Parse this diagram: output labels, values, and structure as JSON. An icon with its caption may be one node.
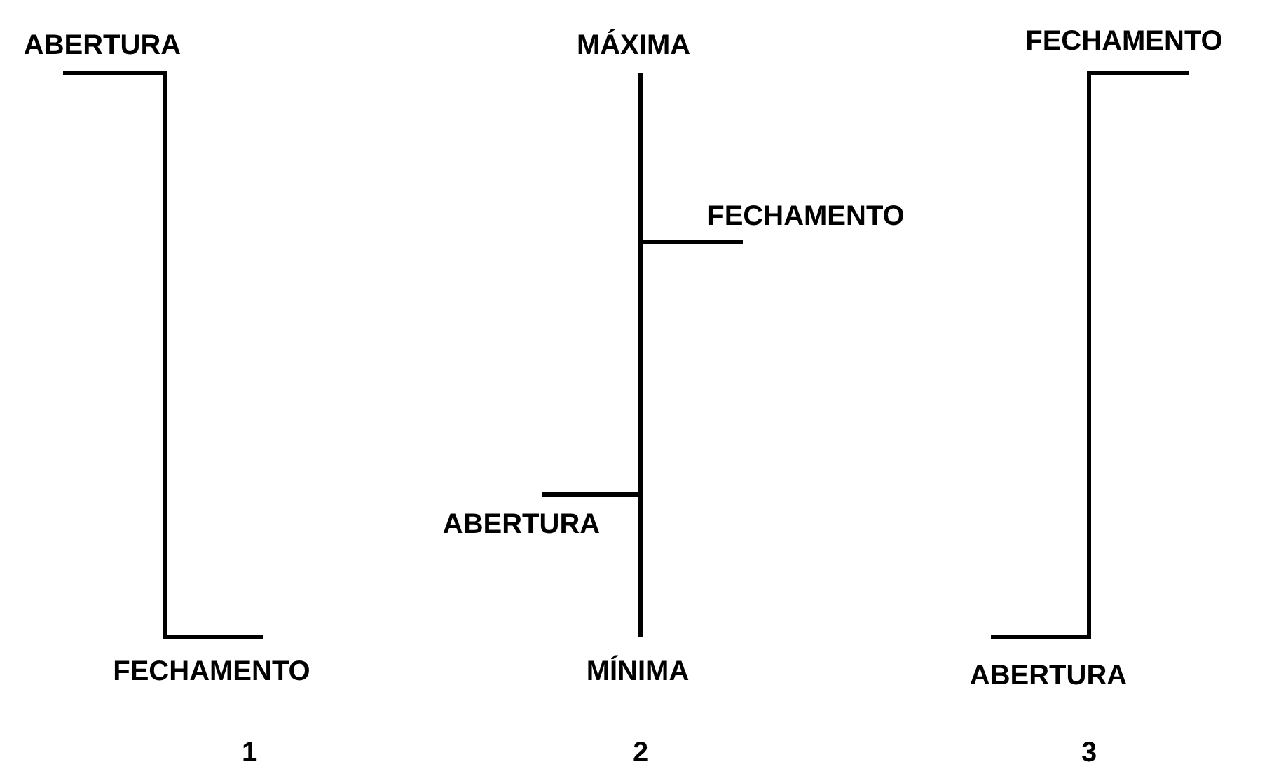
{
  "diagram": {
    "labels": [
      "ABERTURA",
      "MÁXIMA",
      "FECHAMENTO",
      "FECHAMENTO",
      "ABERTURA",
      "FECHAMENTO",
      "MÍNIMA",
      "ABERTURA",
      "1",
      "2",
      "3"
    ]
  }
}
